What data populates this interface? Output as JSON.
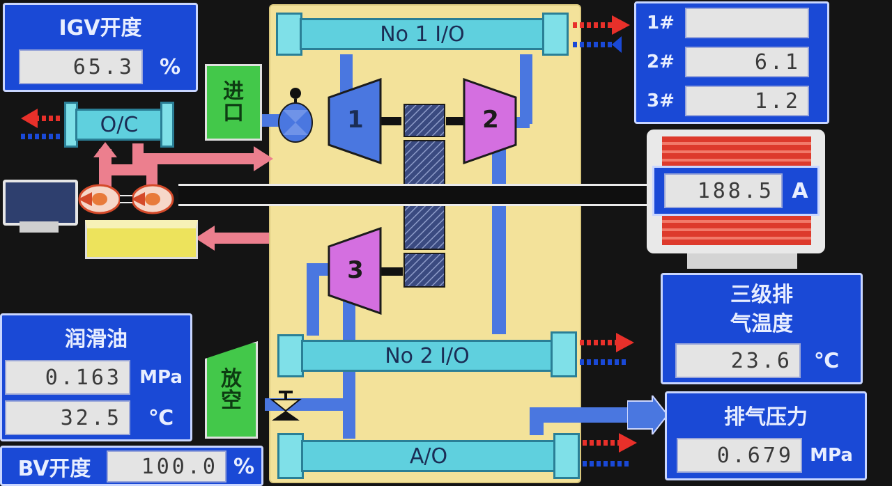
{
  "igv": {
    "title": "IGV开度",
    "value": "65.3",
    "unit": "%"
  },
  "sidebar_right": {
    "rows": [
      {
        "label": "1#",
        "value": ""
      },
      {
        "label": "2#",
        "value": "6.1"
      },
      {
        "label": "3#",
        "value": "1.2"
      }
    ]
  },
  "coolers": {
    "no1": "No 1 I/O",
    "no2": "No 2 I/O",
    "ao": "A/O",
    "oc": "O/C"
  },
  "stages": {
    "s1": "1",
    "s2": "2",
    "s3": "3"
  },
  "motor": {
    "value": "188.5",
    "unit": "A"
  },
  "inlet_box": {
    "label": "进口"
  },
  "outlet_box": {
    "label": "放空"
  },
  "discharge_temp": {
    "title_line1": "三级排",
    "title_line2": "气温度",
    "value": "23.6",
    "unit": "℃"
  },
  "discharge_pressure": {
    "title": "排气压力",
    "value": "0.679",
    "unit": "MPa"
  },
  "lube_oil": {
    "title": "润滑油",
    "pressure": "0.163",
    "pressure_unit": "MPa",
    "temp": "32.5",
    "temp_unit": "℃"
  },
  "bv": {
    "title": "BV开度",
    "value": "100.0",
    "unit": "%"
  },
  "colors": {
    "panel": "#1a49d6",
    "yellow_bg": "#f3e29a",
    "cyan": "#5fd0de",
    "purple": "#d46fe0",
    "red_arrow": "#e8302a"
  }
}
